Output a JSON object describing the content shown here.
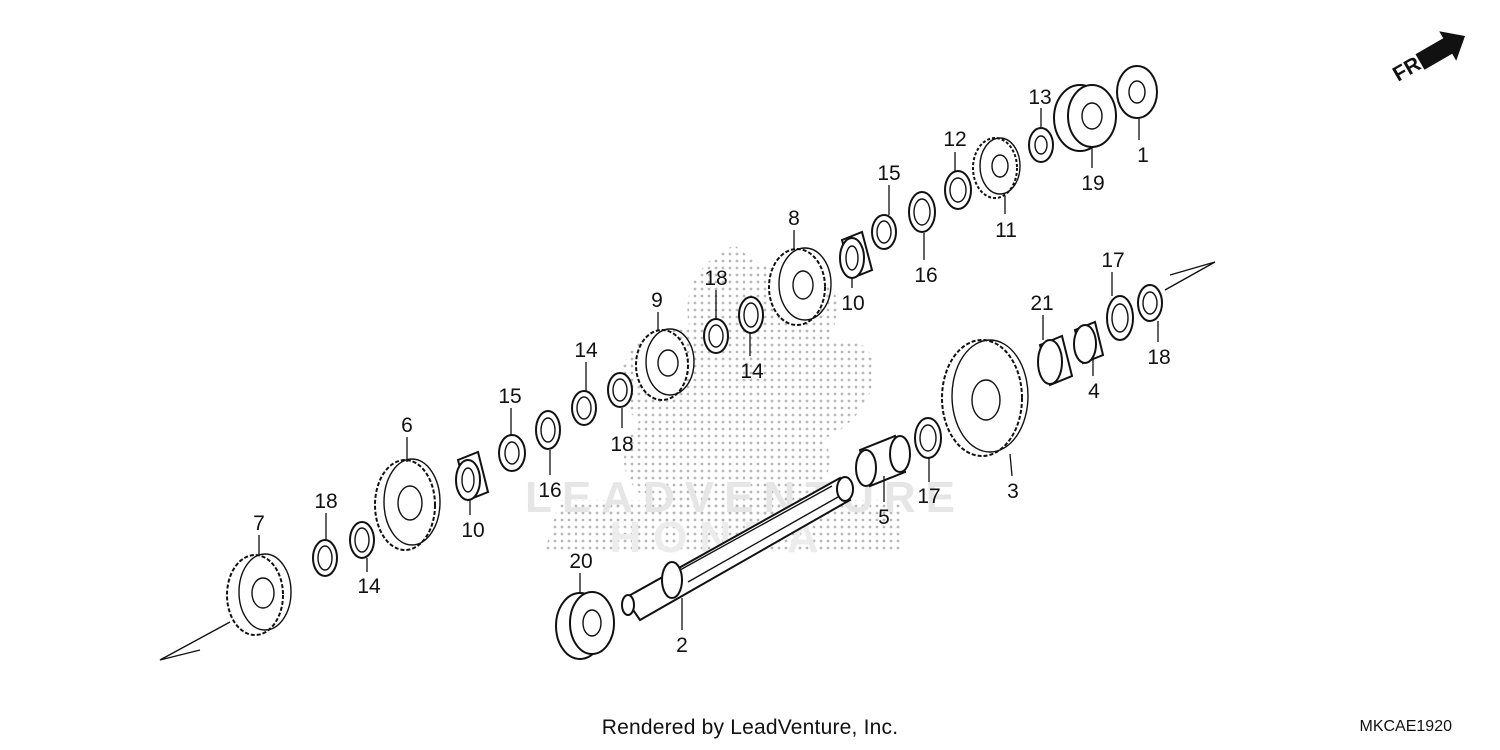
{
  "footer": {
    "rendered_by": "Rendered by LeadVenture, Inc.",
    "diagram_code": "MKCAE1920"
  },
  "front_indicator": {
    "label": "FR.",
    "icon": "arrow-right-icon"
  },
  "watermark": {
    "line1": "LEADVENTURE",
    "line2": "HONDA",
    "icon": "wing-logo"
  },
  "callouts": {
    "c1": "1",
    "c2": "2",
    "c3": "3",
    "c4": "4",
    "c5": "5",
    "c6": "6",
    "c7": "7",
    "c8": "8",
    "c9": "9",
    "c10a": "10",
    "c10b": "10",
    "c11": "11",
    "c12": "12",
    "c13": "13",
    "c14a": "14",
    "c14b": "14",
    "c14c": "14",
    "c15a": "15",
    "c15b": "15",
    "c16a": "16",
    "c16b": "16",
    "c17a": "17",
    "c17b": "17",
    "c18a": "18",
    "c18b": "18",
    "c18c": "18",
    "c18d": "18",
    "c19": "19",
    "c20": "20",
    "c21": "21"
  },
  "colors": {
    "line": "#111111",
    "watermark": "#e6e6e6",
    "dots": "#b8b8b8"
  }
}
